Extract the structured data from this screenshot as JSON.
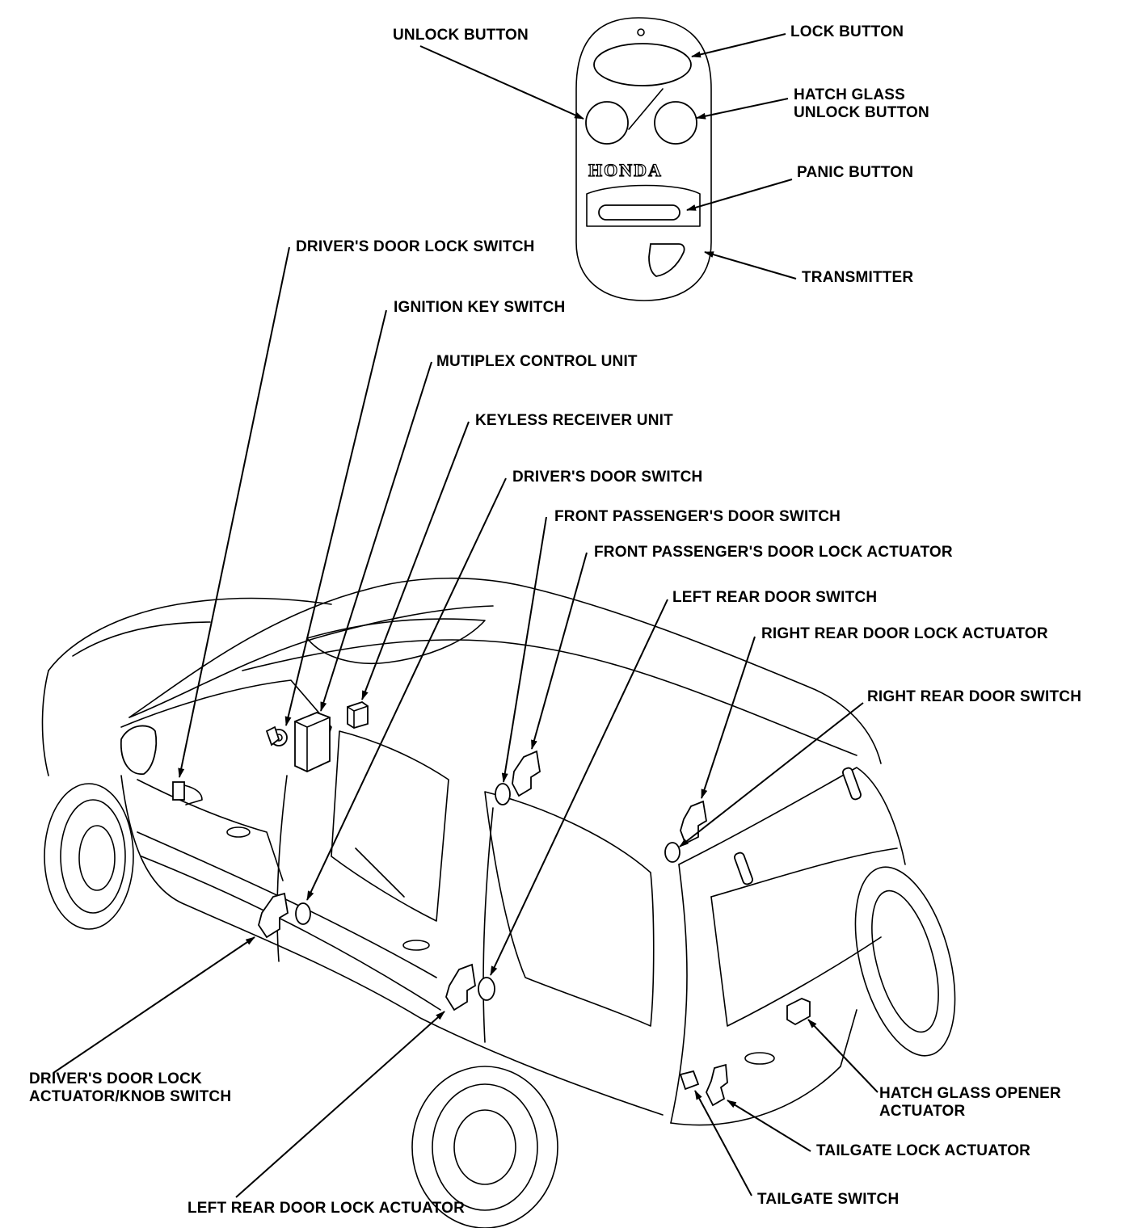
{
  "diagram": {
    "brand": "HONDA",
    "labels": {
      "unlock_button": "UNLOCK BUTTON",
      "lock_button": "LOCK BUTTON",
      "hatch_glass_unlock_button": "HATCH GLASS\nUNLOCK BUTTON",
      "panic_button": "PANIC BUTTON",
      "transmitter": "TRANSMITTER",
      "drivers_door_lock_switch": "DRIVER'S DOOR LOCK SWITCH",
      "ignition_key_switch": "IGNITION KEY SWITCH",
      "multiplex_control_unit": "MUTIPLEX CONTROL UNIT",
      "keyless_receiver_unit": "KEYLESS RECEIVER UNIT",
      "drivers_door_switch": "DRIVER'S DOOR SWITCH",
      "front_passengers_door_switch": "FRONT PASSENGER'S DOOR SWITCH",
      "front_passengers_door_lock_actuator": "FRONT PASSENGER'S DOOR LOCK ACTUATOR",
      "left_rear_door_switch": "LEFT REAR DOOR SWITCH",
      "right_rear_door_lock_actuator": "RIGHT REAR DOOR LOCK ACTUATOR",
      "right_rear_door_switch": "RIGHT REAR DOOR SWITCH",
      "drivers_door_lock_actuator_knob_switch": "DRIVER'S DOOR LOCK\nACTUATOR/KNOB SWITCH",
      "hatch_glass_opener_actuator": "HATCH GLASS OPENER\nACTUATOR",
      "tailgate_lock_actuator": "TAILGATE LOCK ACTUATOR",
      "left_rear_door_lock_actuator": "LEFT REAR DOOR LOCK ACTUATOR",
      "tailgate_switch": "TAILGATE SWITCH"
    }
  }
}
